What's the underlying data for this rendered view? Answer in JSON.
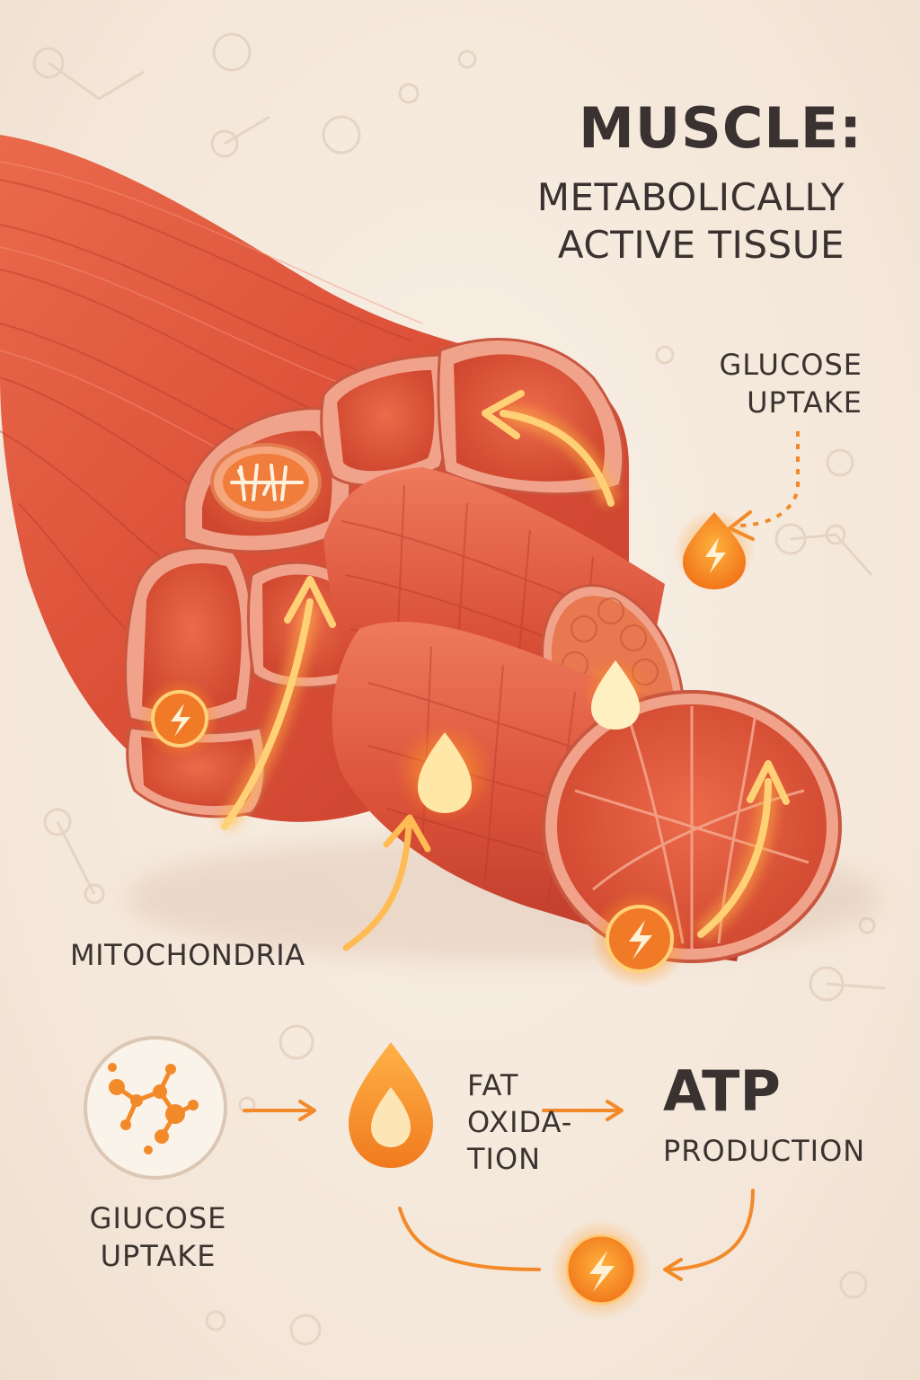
{
  "title": {
    "main": "MUSCLE:",
    "sub": "METABOLICALLY ACTIVE TISSUE"
  },
  "labels": {
    "glucose_uptake_top": "GLUCOSE UPTAKE",
    "mitochondria": "MITOCHONDRIA",
    "fat_oxidation": "FAT OXIDA- TION",
    "atp": "ATP",
    "atp_production": "PRODUCTION",
    "glucose_uptake_bottom": "GIUCOSE UPTAKE"
  },
  "colors": {
    "background": "#f6ece0",
    "muscle": "#e0553c",
    "muscle_dark": "#c23e2c",
    "muscle_light": "#ef7c5e",
    "glow": "#ffb238",
    "energy": "#f28a2a",
    "text": "#3b3330"
  },
  "icons": [
    "lightning-bolt-icon",
    "fat-droplet-icon",
    "glucose-molecule-icon",
    "flow-arrow-icon",
    "mitochondrion-icon"
  ]
}
